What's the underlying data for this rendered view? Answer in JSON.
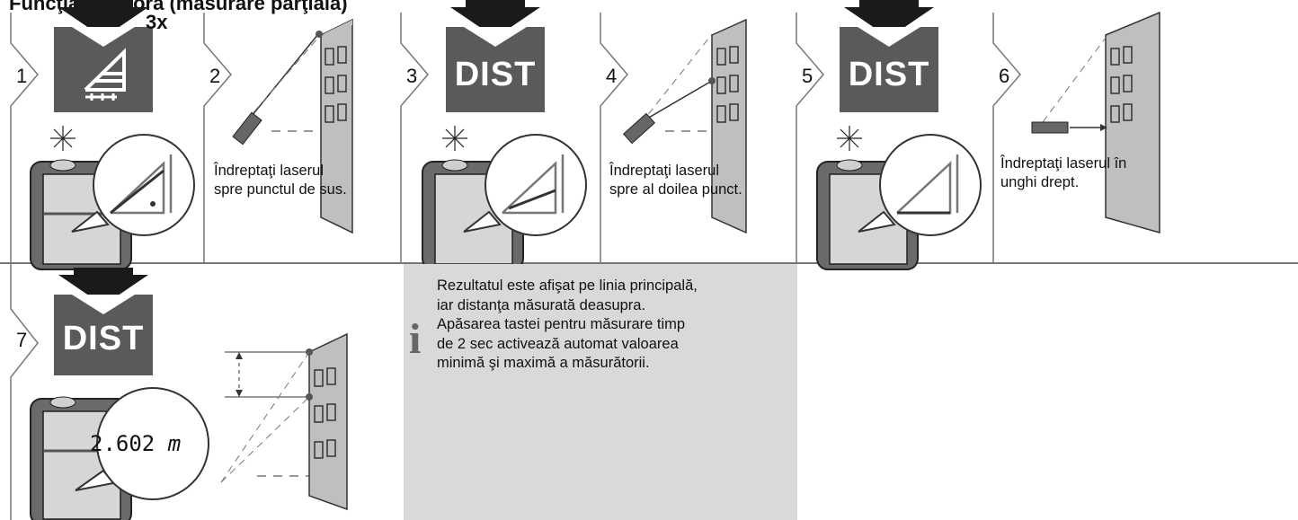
{
  "header": {
    "title": "Funcţia Pitagora (măsurare parţială)"
  },
  "steps": [
    {
      "number": "1",
      "badge": "3x",
      "icon": "pythagoras-triangle-icon"
    },
    {
      "number": "2",
      "caption_line1": "Îndreptaţi laserul",
      "caption_line2": "spre punctul de sus."
    },
    {
      "number": "3",
      "badge": "DIST"
    },
    {
      "number": "4",
      "caption_line1": "Îndreptaţi laserul",
      "caption_line2": "spre al doilea punct."
    },
    {
      "number": "5",
      "badge": "DIST"
    },
    {
      "number": "6",
      "caption_line1": "Îndreptaţi laserul în",
      "caption_line2": "unghi drept."
    },
    {
      "number": "7",
      "badge": "DIST",
      "display_value": "2.602",
      "display_unit": "m"
    }
  ],
  "info": {
    "icon": "info-icon",
    "lines": [
      "Rezultatul este afişat pe linia principală,",
      "iar distanţa măsurată deasupra.",
      "Apăsarea tastei pentru măsurare timp",
      "de 2 sec activează automat valoarea",
      "minimă şi maximă a măsurătorii."
    ]
  },
  "colors": {
    "key_gray": "#5a5a5a",
    "info_bg": "#d9d9d9",
    "wall_gray": "#bfbfbf",
    "rule": "#777777"
  }
}
